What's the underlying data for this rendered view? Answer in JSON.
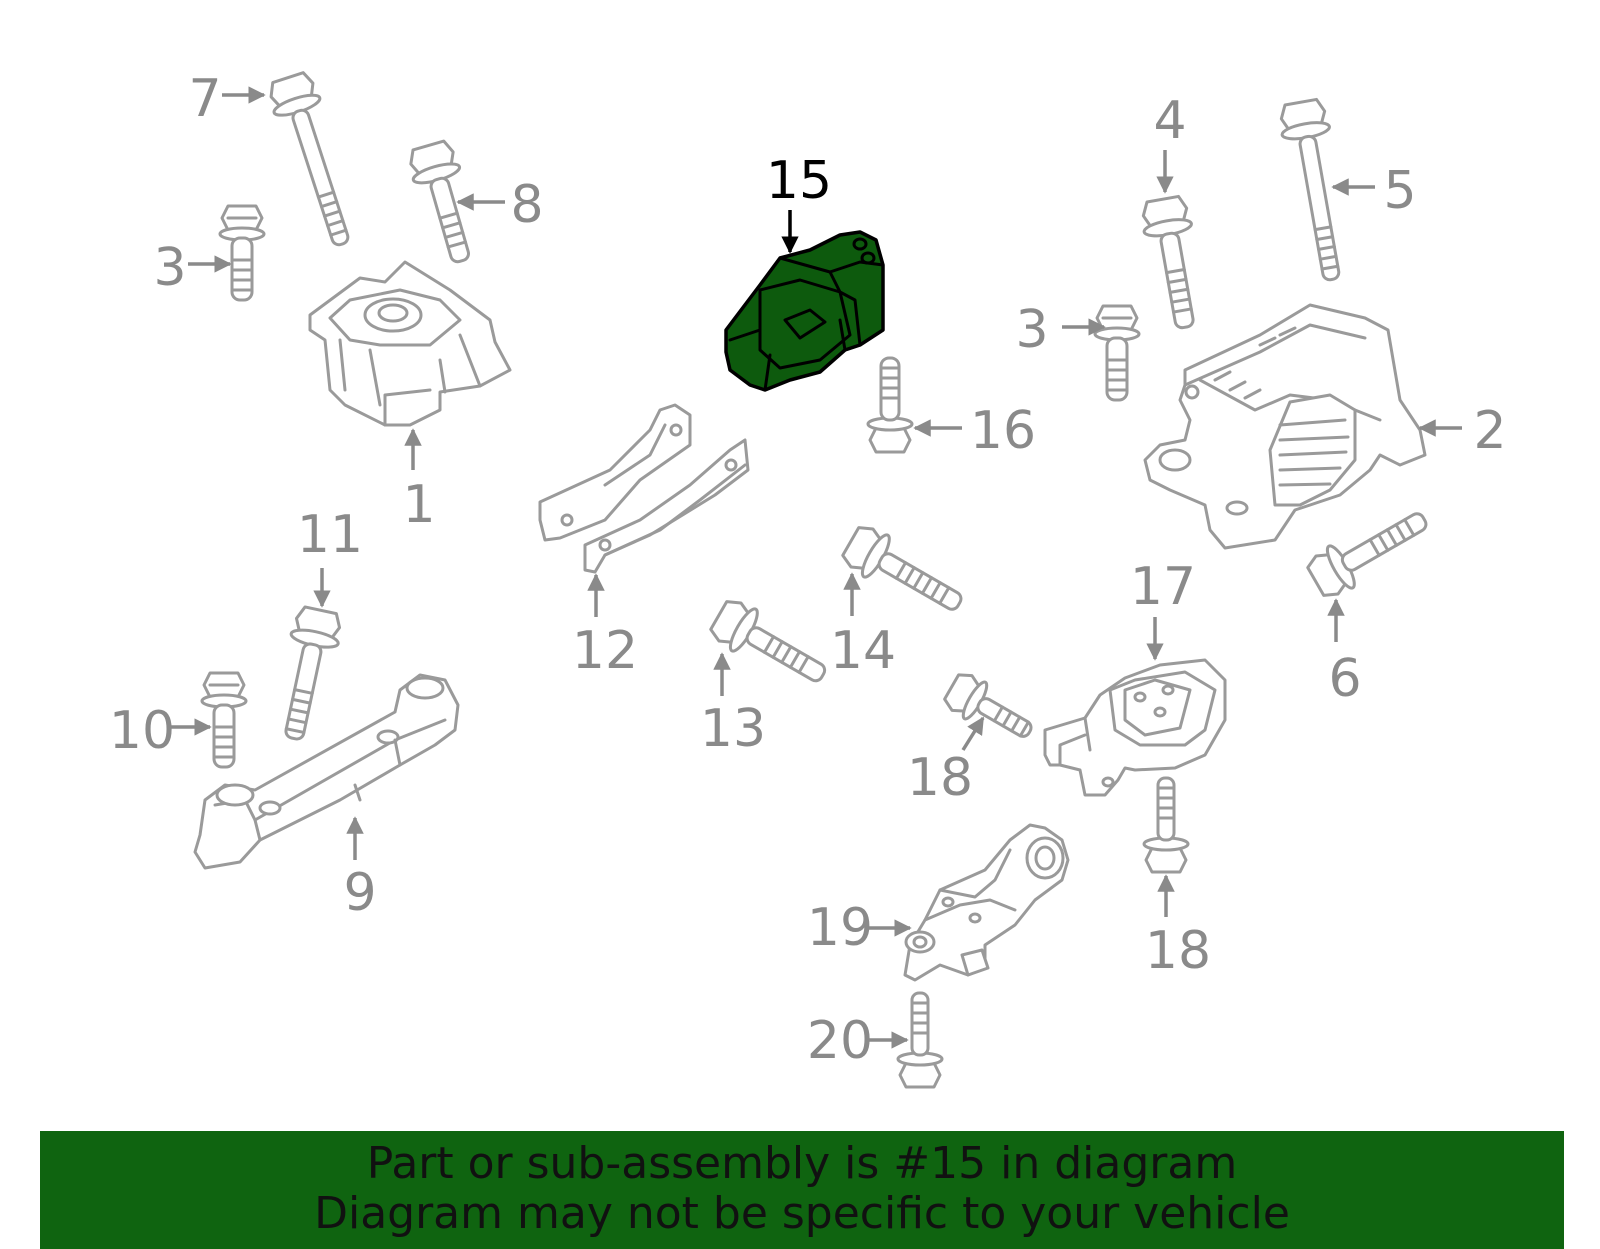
{
  "diagram": {
    "highlighted_part": "15",
    "highlight_color": "#0f6410",
    "callout_color": "#8a8a8a",
    "labels": {
      "l1": "1",
      "l2": "2",
      "l3a": "3",
      "l3b": "3",
      "l4": "4",
      "l5": "5",
      "l6": "6",
      "l7": "7",
      "l8": "8",
      "l9": "9",
      "l10": "10",
      "l11": "11",
      "l12": "12",
      "l13": "13",
      "l14": "14",
      "l15": "15",
      "l16": "16",
      "l17": "17",
      "l18a": "18",
      "l18b": "18",
      "l19": "19",
      "l20": "20"
    }
  },
  "banner": {
    "line1": "Part or sub-assembly is #15 in diagram",
    "line2": "Diagram may not be specific to your vehicle",
    "background": "#0f6410"
  }
}
